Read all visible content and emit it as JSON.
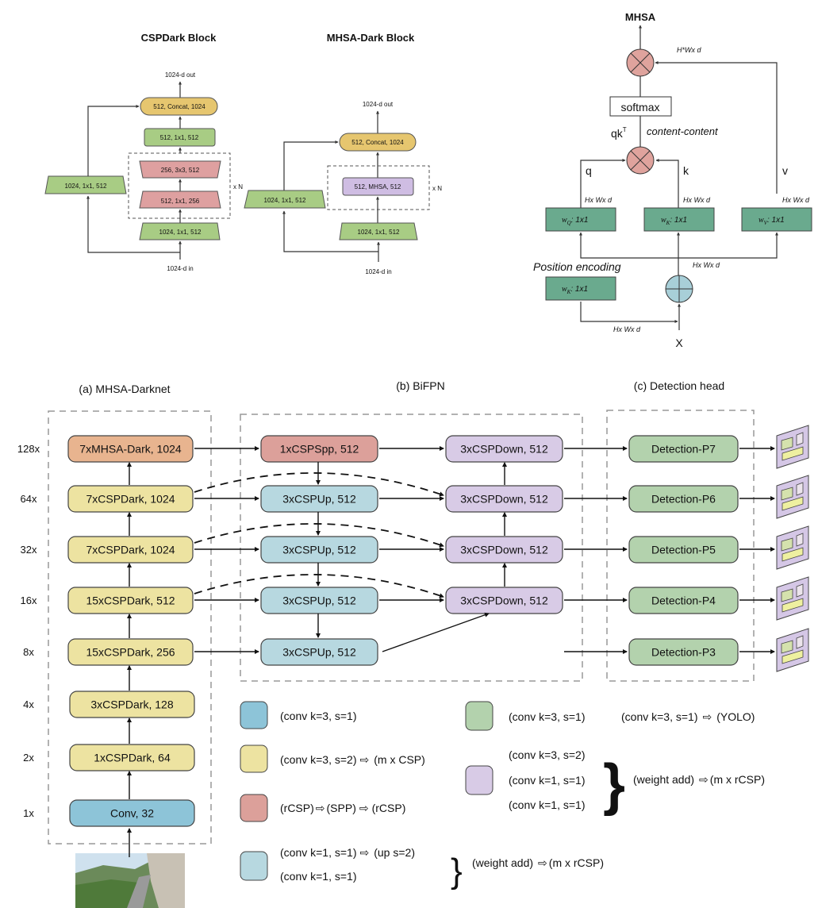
{
  "colors": {
    "yellow": "#ede3a1",
    "blue": "#8dc4d8",
    "lightblue": "#b7d8e0",
    "red": "#dca09a",
    "orange": "#e8b48f",
    "green": "#b3d2ad",
    "purple": "#d8cbe6",
    "trap_green": "#a8cc84",
    "trap_red": "#dea0a0",
    "concat": "#e6c66f",
    "mhsa_purple": "#cfbde3",
    "teal": "#6aaa8e",
    "circle_red": "#dfa39d",
    "circle_blue": "#a8cfd8",
    "output_purple": "#d5c7e6",
    "output_yellow": "#eef0a0",
    "output_green": "#d5e2ad"
  },
  "csp_block": {
    "title": "CSPDark Block",
    "out_label": "1024-d out",
    "in_label": "1024-d in",
    "concat": "512, Concat, 1024",
    "conv_top": "512, 1x1, 512",
    "conv_3x3": "256, 3x3, 512",
    "conv_1x1": "512, 1x1, 256",
    "conv_bottom": "1024, 1x1, 512",
    "side": "1024, 1x1, 512",
    "repeat": "x N"
  },
  "mhsa_block": {
    "title": "MHSA-Dark Block",
    "out_label": "1024-d out",
    "in_label": "1024-d in",
    "concat": "512, Concat, 1024",
    "mhsa": "512, MHSA, 512",
    "conv_bottom": "1024, 1x1, 512",
    "side": "1024, 1x1, 512",
    "repeat": "x N"
  },
  "mhsa_detail": {
    "title": "MHSA",
    "softmax": "softmax",
    "qk": "qk",
    "qk_sup": "T",
    "content": "content-content",
    "q": "q",
    "k": "k",
    "v": "v",
    "dim_hw": "Hx Wx d",
    "dim_hstar": "H*Wx d",
    "wq": "w",
    "wq_sub": "Q",
    "wk_sub": "K",
    "wv_sub": "V",
    "w_suffix": ": 1x1",
    "pos_label": "Position encoding",
    "x": "X"
  },
  "darknet": {
    "title": "(a) MHSA-Darknet",
    "scales": [
      "128x",
      "64x",
      "32x",
      "16x",
      "8x",
      "4x",
      "2x",
      "1x"
    ],
    "blocks": [
      "7xMHSA-Dark, 1024",
      "7xCSPDark, 1024",
      "7xCSPDark, 1024",
      "15xCSPDark, 512",
      "15xCSPDark, 256",
      "3xCSPDark, 128",
      "1xCSPDark, 64",
      "Conv, 32"
    ]
  },
  "bifpn": {
    "title": "(b) BiFPN",
    "up": [
      "1xCSPSpp, 512",
      "3xCSPUp, 512",
      "3xCSPUp, 512",
      "3xCSPUp, 512",
      "3xCSPUp, 512"
    ],
    "down": [
      "3xCSPDown, 512",
      "3xCSPDown, 512",
      "3xCSPDown, 512",
      "3xCSPDown, 512"
    ]
  },
  "head": {
    "title": "(c) Detection head",
    "blocks": [
      "Detection-P7",
      "Detection-P6",
      "Detection-P5",
      "Detection-P4",
      "Detection-P3"
    ]
  },
  "legend": {
    "blue": "(conv k=3, s=1)",
    "yellow_a": "(conv k=3, s=2)",
    "yellow_b": "(m x CSP)",
    "red_a": "(rCSP)",
    "red_b": "(SPP)",
    "red_c": "(rCSP)",
    "lightblue_a": "(conv k=1, s=1)",
    "lightblue_b": "(up s=2)",
    "lightblue_c": "(conv k=1, s=1)",
    "lightblue_d": "(weight add)",
    "lightblue_e": "(m x rCSP)",
    "green_a": "(conv k=3, s=1)",
    "green_b": "(conv k=3, s=1)",
    "green_c": "(YOLO)",
    "purple_a": "(conv k=3, s=2)",
    "purple_b": "(conv k=1, s=1)",
    "purple_c": "(conv k=1, s=1)",
    "purple_d": "(weight add)",
    "purple_e": "(m x rCSP)",
    "arrow": "⇨"
  }
}
